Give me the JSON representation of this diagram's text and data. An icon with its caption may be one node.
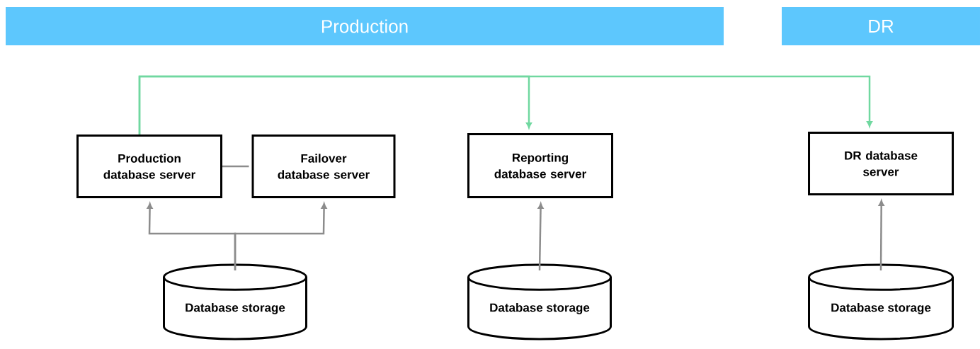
{
  "diagram": {
    "nodes": [
      {
        "text": [
          "Production"
        ]
      },
      {
        "text": [
          "DR"
        ]
      },
      {
        "text": [
          "Production database server"
        ]
      },
      {
        "text": [
          "Failover database server"
        ]
      },
      {
        "text": [
          "Reporting database server"
        ]
      },
      {
        "text": [
          "DR database server"
        ]
      },
      {
        "text": [
          "Database storage"
        ]
      },
      {
        "text": [
          "Database storage"
        ]
      },
      {
        "text": [
          "Database storage"
        ]
      }
    ],
    "edges": [
      {
        "from": 2,
        "to": 5,
        "arrow": "to",
        "color": "#70d8a0"
      },
      {
        "from": 2,
        "to": 4,
        "arrow": "to",
        "color": "#70d8a0"
      },
      {
        "from": 2,
        "to": 3,
        "arrow": "none"
      },
      {
        "from": 6,
        "to": 2,
        "arrow": "to"
      },
      {
        "from": 6,
        "to": 3,
        "arrow": "to"
      },
      {
        "from": 7,
        "to": 4,
        "arrow": "to"
      },
      {
        "from": 8,
        "to": 5,
        "arrow": "to"
      }
    ]
  }
}
